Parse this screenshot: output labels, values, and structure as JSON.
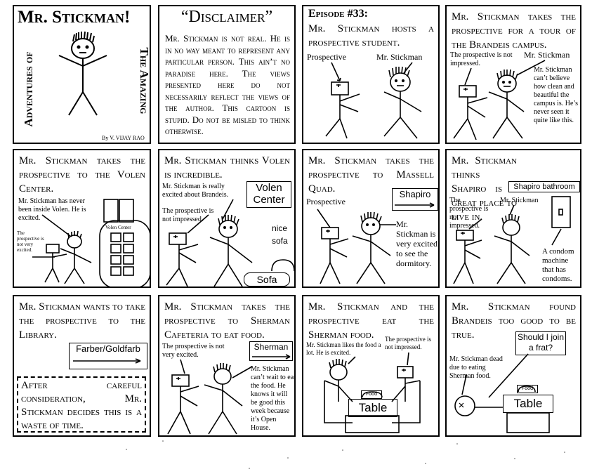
{
  "p1": {
    "title": "Mr. Stickman!",
    "left_vertical": "Adventures of",
    "right_vertical": "The Amazing",
    "credit": "By V. VIJAY RAO"
  },
  "p2": {
    "title": "“Disclaimer”",
    "body": "Mr. Stickman is not real. He is in no way meant to represent any particular person. This ain’t no paradise here. The views presented here do not necessarily reflect the views of the author. This cartoon is stupid. Do not be misled to think otherwise."
  },
  "p3": {
    "episode": "Episode #33:",
    "caption": "Mr. Stickman hosts a prospective student.",
    "label_prospective": "Prospective",
    "label_stickman": "Mr. Stickman"
  },
  "p4": {
    "caption": "Mr. Stickman takes the prospective for a tour of the Brandeis campus.",
    "note_prospective": "The prospective is not impressed.",
    "label_stickman": "Mr. Stickman",
    "note_stickman": "Mr. Stickman can’t believe how clean and beautiful the campus is. He’s never seen it quite like this."
  },
  "p5": {
    "caption": "Mr. Stickman takes the prospective to the Volen Center.",
    "note_stickman": "Mr. Stickman has never been inside Volen. He is excited.",
    "note_prospective": "The prospective is not very excited.",
    "building_label": "Volen Center"
  },
  "p6": {
    "caption": "Mr. Stickman thinks Volen is incredible.",
    "note_stickman": "Mr. Stickman is really excited about Brandeis.",
    "note_prospective": "The prospective is not impressed.",
    "sign": "Volen Center",
    "nice": "nice",
    "sofa_word": "sofa",
    "sofa_sign": "Sofa"
  },
  "p7": {
    "caption": "Mr. Stickman takes the prospective to Massell Quad.",
    "label_prospective": "Prospective",
    "sign": "Shapiro",
    "note_stickman": "Mr. Stickman is very excited to see the dormitory."
  },
  "p8": {
    "caption": "Mr. Stickman thinks Shapiro is a great place to live in.",
    "sign": "Shapiro bathroom",
    "note_prospective": "The prospective is not impressed.",
    "label_stickman": "Mr. Stickman",
    "note_machine": "A condom machine that has condoms."
  },
  "p9": {
    "caption": "Mr. Stickman wants to take the prospective to the Library.",
    "sign": "Farber/Goldfarb",
    "box_text": "After careful consideration, Mr. Stickman decides this is a waste of time."
  },
  "p10": {
    "caption": "Mr. Stickman takes the prospective to Sherman Cafeteria to eat food.",
    "note_prospective": "The prospective is not very excited.",
    "sign": "Sherman",
    "note_stickman": "Mr. Stickman can’t wait to eat the food. He knows it will be good this week because it’s Open House."
  },
  "p11": {
    "caption": "Mr. Stickman and the prospective eat the Sherman food.",
    "note_stickman": "Mr. Stickman likes the food a lot. He is excited.",
    "note_prospective": "The prospective is not impressed.",
    "food": "Food",
    "table": "Table"
  },
  "p12": {
    "caption": "Mr. Stickman found Brandeis too good to be true.",
    "bubble": "Should I join a frat?",
    "note_stickman": "Mr. Stickman dead due to eating Sherman food.",
    "food": "Food",
    "table": "Table"
  }
}
